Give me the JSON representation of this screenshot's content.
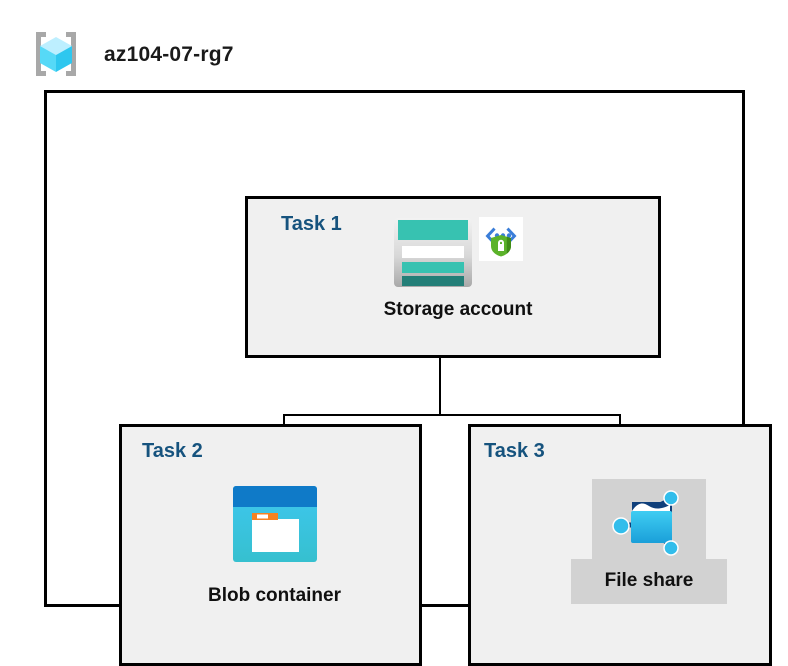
{
  "header": {
    "icon": "resource-group-cube-icon",
    "title": "az104-07-rg7"
  },
  "container": {
    "name": "resource-group-container"
  },
  "tasks": [
    {
      "id": "task-1",
      "label": "Task 1",
      "node": {
        "caption": "Storage account",
        "icons": [
          "storage-account-icon",
          "private-endpoint-shield-icon"
        ]
      }
    },
    {
      "id": "task-2",
      "label": "Task 2",
      "node": {
        "caption": "Blob container",
        "icons": [
          "blob-container-icon"
        ]
      }
    },
    {
      "id": "task-3",
      "label": "Task 3",
      "node": {
        "caption": "File share",
        "icons": [
          "file-share-icon"
        ],
        "highlighted": true
      }
    }
  ],
  "connectors": [
    {
      "name": "storage-to-bus-trunk",
      "from": "Storage account",
      "to": "branch-bus"
    },
    {
      "name": "bus-to-blob-container",
      "from": "branch-bus",
      "to": "Blob container"
    },
    {
      "name": "bus-to-file-share",
      "from": "branch-bus",
      "to": "File share"
    }
  ],
  "colors": {
    "task_label": "#16537e",
    "box_fill": "#f0f0f0",
    "box_border": "#000000",
    "page_background": "#ffffff",
    "highlight": "#d2d2d2",
    "storage_teal": "#37c2b1",
    "storage_dark_teal": "#237f78",
    "blob_blue": "#0f7ac8",
    "blob_cyan": "#32c3ed",
    "blob_orange": "#f58220",
    "fileshare_cyan": "#32bdeb",
    "fileshare_navy": "#0f3f7a",
    "shield_green": "#5bb22a",
    "bracket_blue": "#3a7dd8",
    "cube_cyan": "#9fe6fb",
    "cube_bracket_gray": "#a8a8a8"
  }
}
